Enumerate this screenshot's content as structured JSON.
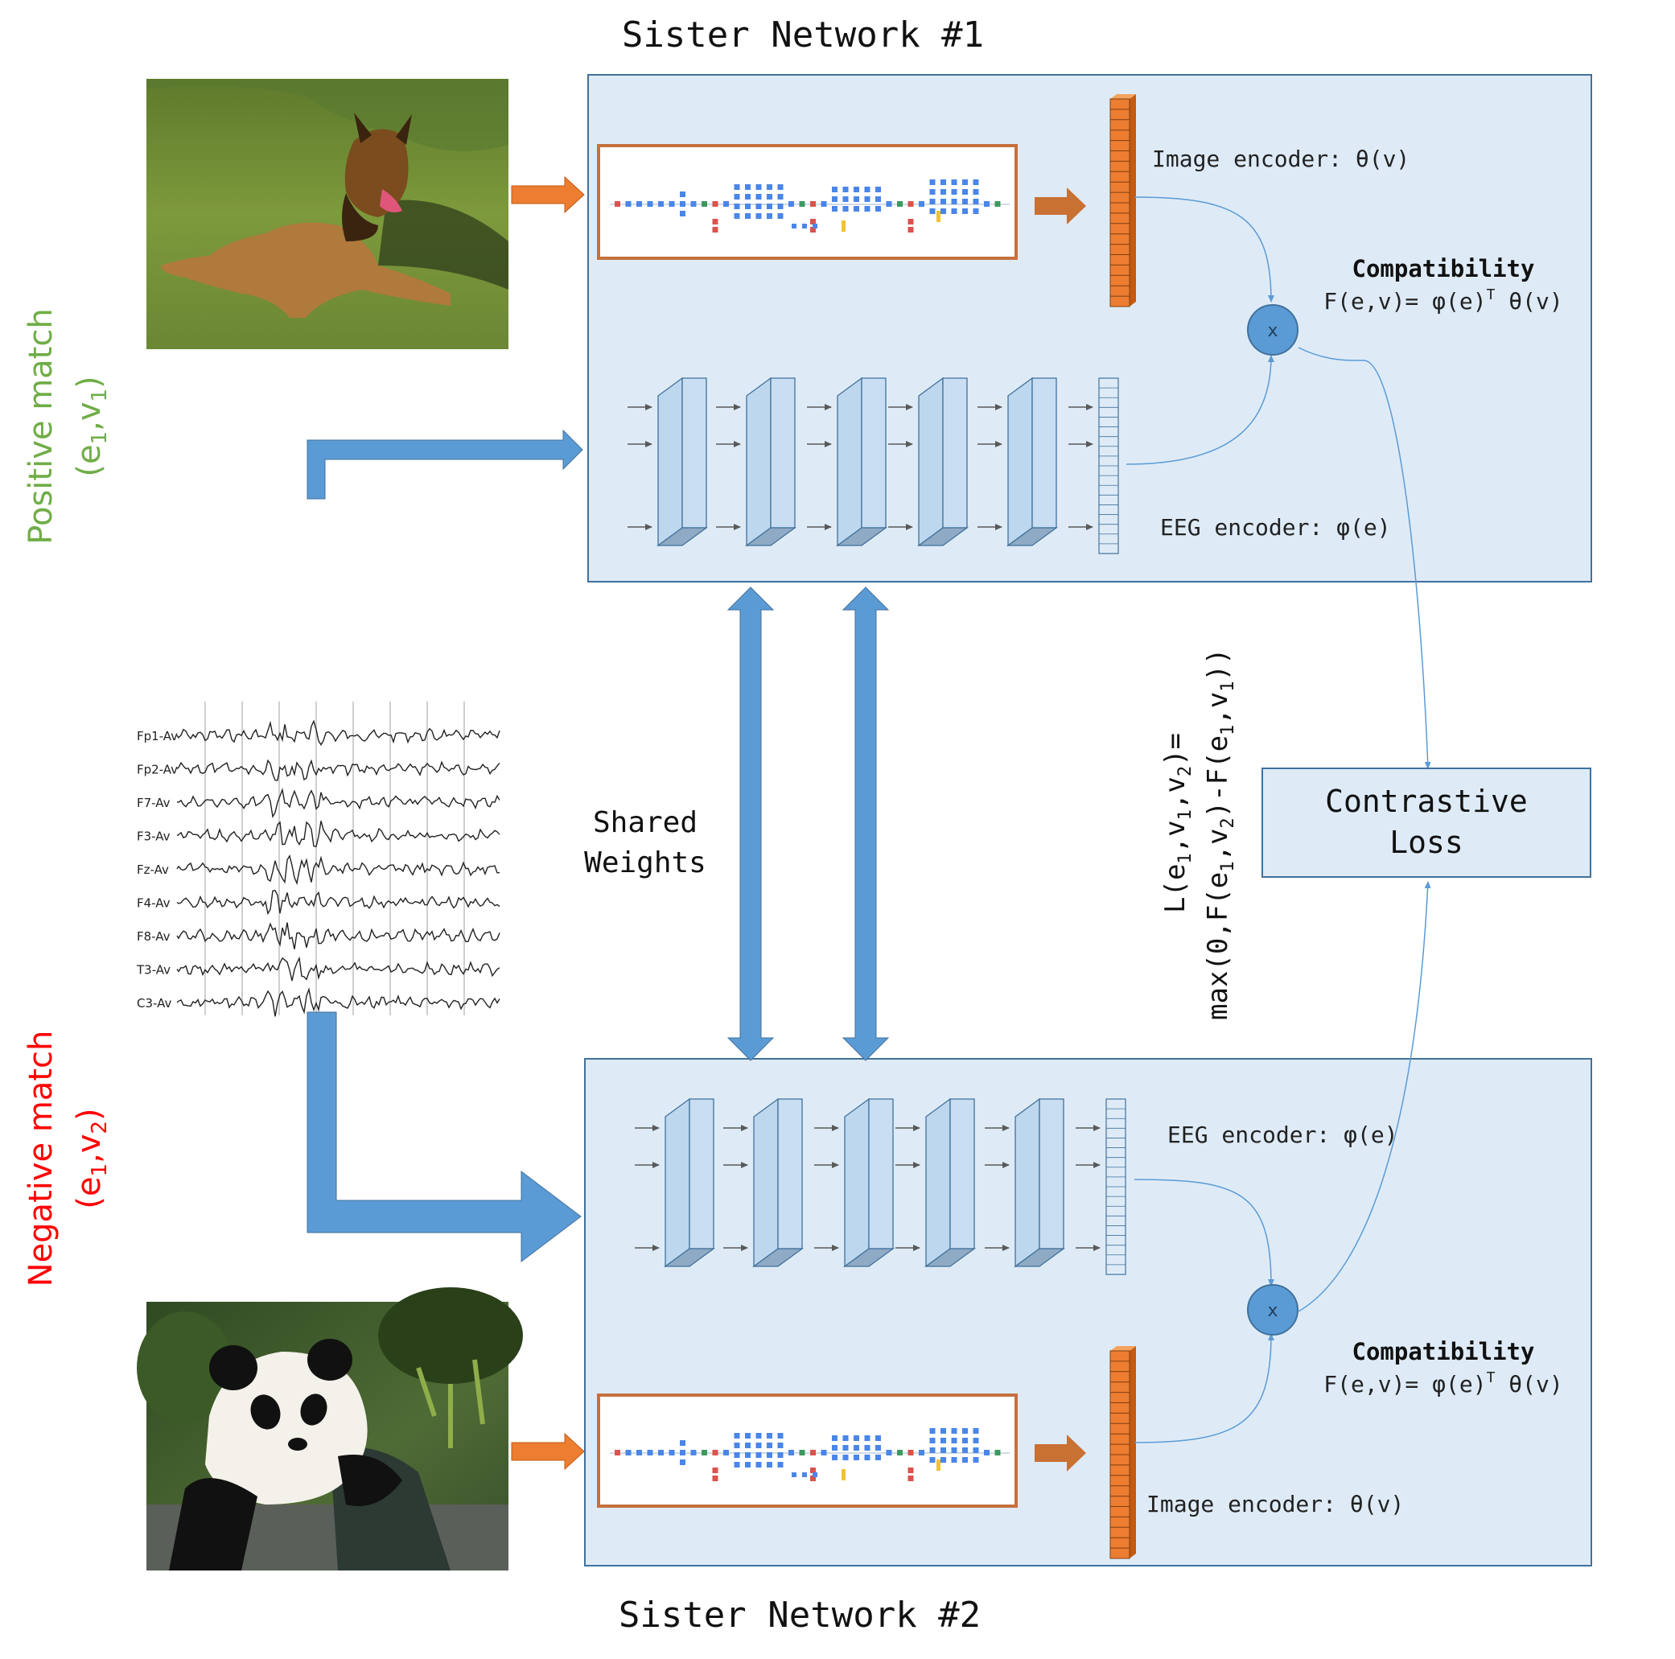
{
  "titles": {
    "top": "Sister Network #1",
    "bottom": "Sister Network #2"
  },
  "side_labels": {
    "positive": {
      "text": "Positive match",
      "pair_open": "(e",
      "sub1": "1",
      "comma": ",v",
      "sub2": "1",
      "close": ")"
    },
    "negative": {
      "text": "Negative match",
      "pair_open": "(e",
      "sub1": "1",
      "comma": ",v",
      "sub2": "2",
      "close": ")"
    }
  },
  "network1": {
    "image_encoder_label": "Image encoder: θ(v)",
    "eeg_encoder_label": "EEG encoder: φ(e)",
    "compat_title": "Compatibility",
    "compat_formula": "F(e,v)= φ(e)",
    "compat_sup": "T",
    "compat_tail": " θ(v)",
    "multiply_symbol": "x"
  },
  "network2": {
    "image_encoder_label": "Image encoder: θ(v)",
    "eeg_encoder_label": "EEG encoder: φ(e)",
    "compat_title": "Compatibility",
    "compat_formula": "F(e,v)= φ(e)",
    "compat_sup": "T",
    "compat_tail": " θ(v)",
    "multiply_symbol": "x"
  },
  "shared_weights": {
    "line1": "Shared",
    "line2": "Weights"
  },
  "loss": {
    "line1": "Contrastive",
    "line2": "Loss"
  },
  "loss_formula": {
    "line1_parts": [
      "L(e",
      "1",
      ",v",
      "1",
      ",v",
      "2",
      ")="
    ],
    "line2_parts": [
      "max(0,F(e",
      "1",
      ",v",
      "2",
      ")-F(e",
      "1",
      ",v",
      "1",
      "))"
    ]
  },
  "eeg_channels": [
    "Fp1-Av",
    "Fp2-Av",
    "F7-Av",
    "F3-Av",
    "Fz-Av",
    "F4-Av",
    "F8-Av",
    "T3-Av",
    "C3-Av"
  ],
  "colors": {
    "panel_fill": "#deebf7",
    "panel_stroke": "#41719c",
    "blue_arrow": "#5b9bd5",
    "orange": "#ed7d31",
    "positive": "#70ad47",
    "negative": "#ff0000"
  }
}
